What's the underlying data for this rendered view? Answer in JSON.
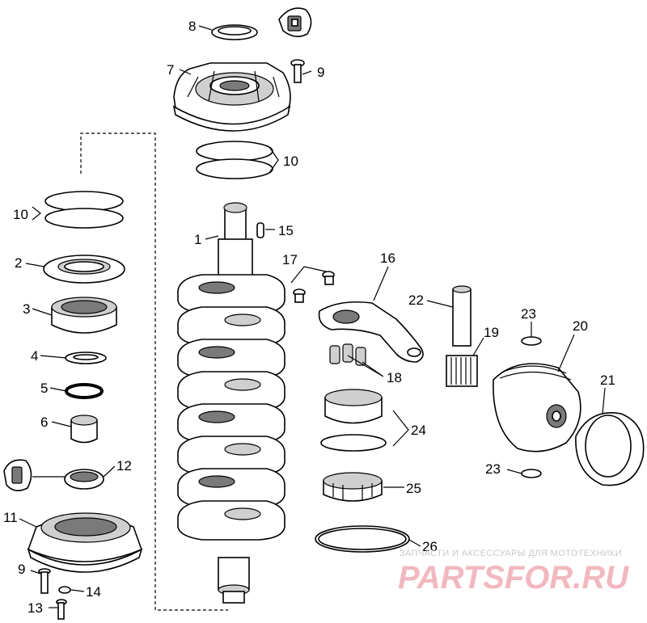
{
  "labels": {
    "l1": "1",
    "l2": "2",
    "l3": "3",
    "l4": "4",
    "l5": "5",
    "l6": "6",
    "l7": "7",
    "l8": "8",
    "l9a": "9",
    "l9b": "9",
    "l10a": "10",
    "l10b": "10",
    "l11": "11",
    "l12": "12",
    "l13": "13",
    "l14": "14",
    "l15": "15",
    "l16": "16",
    "l17": "17",
    "l18": "18",
    "l19": "19",
    "l20": "20",
    "l21": "21",
    "l22": "22",
    "l23a": "23",
    "l23b": "23",
    "l24": "24",
    "l25": "25",
    "l26": "26"
  },
  "watermark": {
    "tagline": "ЗАПЧАСТИ И АКСЕССУАРЫ ДЛЯ МОТОТЕХНИКИ",
    "brand": "PARTSFOR.RU"
  },
  "colors": {
    "line": "#000000",
    "background": "#ffffff",
    "watermark": "#f2b8bf"
  },
  "icons": [
    "lubricant-icon-top",
    "lubricant-icon-left"
  ]
}
